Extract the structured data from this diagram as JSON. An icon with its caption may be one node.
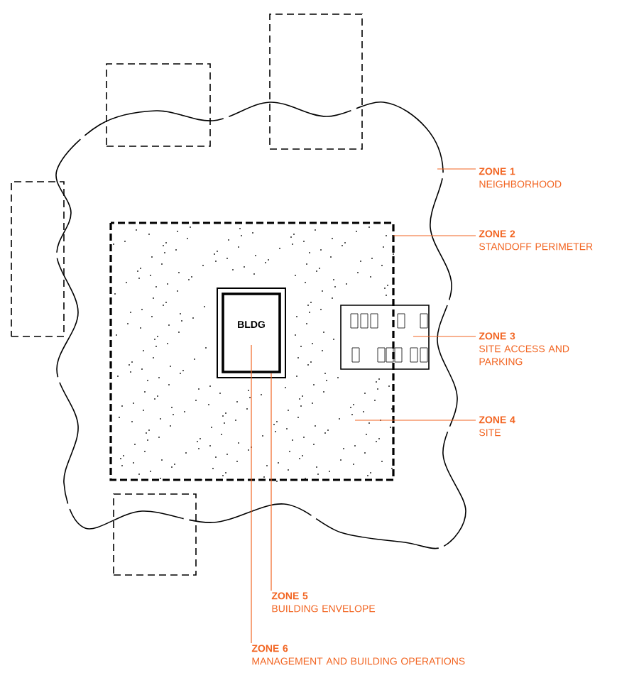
{
  "diagram": {
    "nodes": [
      {
        "text": [],
        "shape": "cloud"
      },
      {
        "text": [],
        "shape": "box",
        "in": 0
      },
      {
        "text": [
          "BLDG"
        ],
        "in": 1
      },
      {
        "text": [],
        "shape": "box",
        "in": 0
      },
      {
        "text": [
          "ZONE 1",
          "NEIGHBORHOOD"
        ]
      },
      {
        "text": [
          "ZONE 2",
          "STANDOFF PERIMETER"
        ]
      },
      {
        "text": [
          "ZONE 3",
          "SITE ACCESS AND PARKING"
        ]
      },
      {
        "text": [
          "ZONE 4",
          "SITE"
        ]
      },
      {
        "text": [
          "ZONE 5",
          "BUILDING ENVELOPE"
        ]
      },
      {
        "text": [
          "ZONE 6",
          "MANAGEMENT AND BUILDING OPERATIONS"
        ]
      },
      {
        "text": [],
        "shape": "box"
      },
      {
        "text": [],
        "shape": "box"
      },
      {
        "text": [],
        "shape": "box"
      },
      {
        "text": [],
        "shape": "box"
      }
    ],
    "edges": [
      {
        "from": 4,
        "to": 0,
        "arrow": "none"
      },
      {
        "from": 5,
        "to": 1,
        "arrow": "none"
      },
      {
        "from": 6,
        "to": 3,
        "arrow": "none"
      },
      {
        "from": 7,
        "to": 1,
        "arrow": "none"
      },
      {
        "from": 8,
        "to": 2,
        "arrow": "none"
      },
      {
        "from": 9,
        "to": 2,
        "arrow": "none"
      }
    ]
  }
}
